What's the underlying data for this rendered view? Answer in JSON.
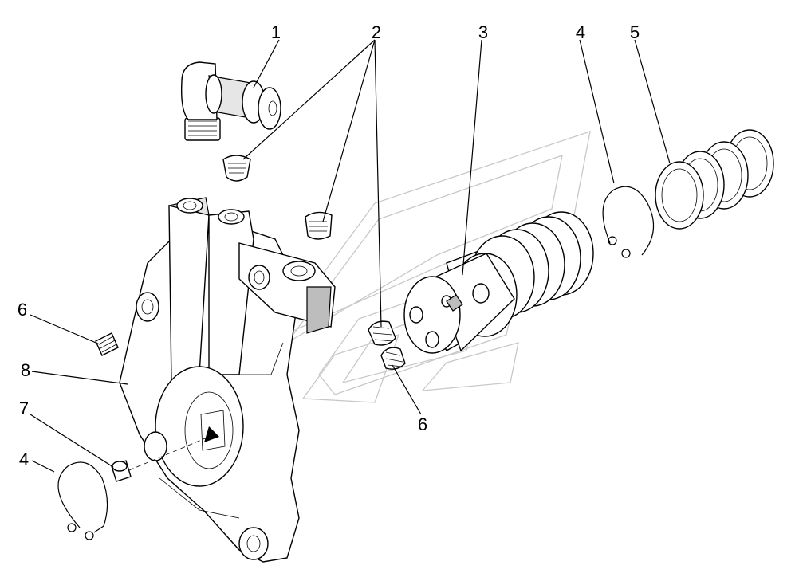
{
  "callouts": [
    {
      "id": "1",
      "text": "1"
    },
    {
      "id": "2",
      "text": "2"
    },
    {
      "id": "3",
      "text": "3"
    },
    {
      "id": "4a",
      "text": "4"
    },
    {
      "id": "5",
      "text": "5"
    },
    {
      "id": "6a",
      "text": "6"
    },
    {
      "id": "8",
      "text": "8"
    },
    {
      "id": "7",
      "text": "7"
    },
    {
      "id": "4b",
      "text": "4"
    },
    {
      "id": "6b",
      "text": "6"
    }
  ],
  "colors": {
    "line": "#000000",
    "watermark": "#c8c8c8",
    "background": "#ffffff"
  }
}
